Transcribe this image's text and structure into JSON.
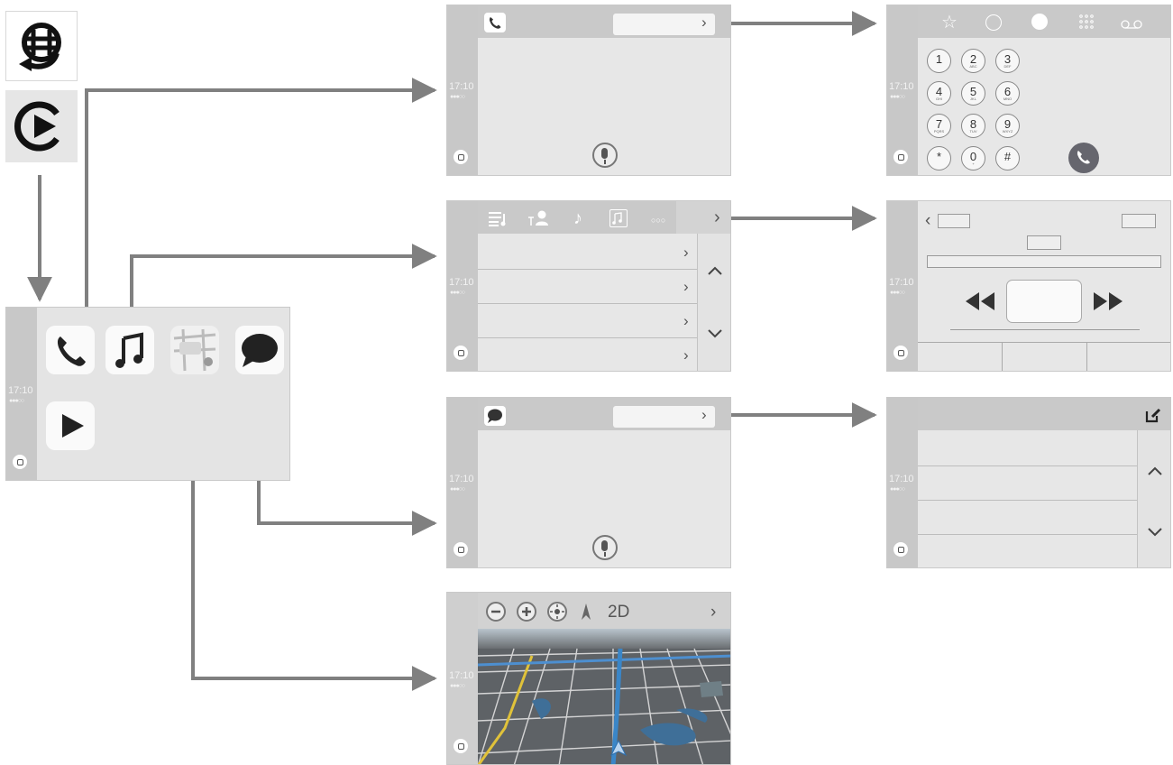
{
  "clock": "17:10",
  "signal": "●●●○○",
  "dialpad": {
    "keys": [
      {
        "digit": "1",
        "letters": ""
      },
      {
        "digit": "2",
        "letters": "ABC"
      },
      {
        "digit": "3",
        "letters": "DEF"
      },
      {
        "digit": "4",
        "letters": "GHI"
      },
      {
        "digit": "5",
        "letters": "JKL"
      },
      {
        "digit": "6",
        "letters": "MNO"
      },
      {
        "digit": "7",
        "letters": "PQRS"
      },
      {
        "digit": "8",
        "letters": "TUV"
      },
      {
        "digit": "9",
        "letters": "WXYZ"
      },
      {
        "digit": "*",
        "letters": ""
      },
      {
        "digit": "0",
        "letters": "+"
      },
      {
        "digit": "#",
        "letters": ""
      }
    ]
  },
  "maps": {
    "view_mode": "2D"
  },
  "colors": {
    "arrow": "#808080",
    "screen_bg": "#e7e7e7",
    "bar": "#c9c9c9",
    "route": "#3a86c8"
  }
}
